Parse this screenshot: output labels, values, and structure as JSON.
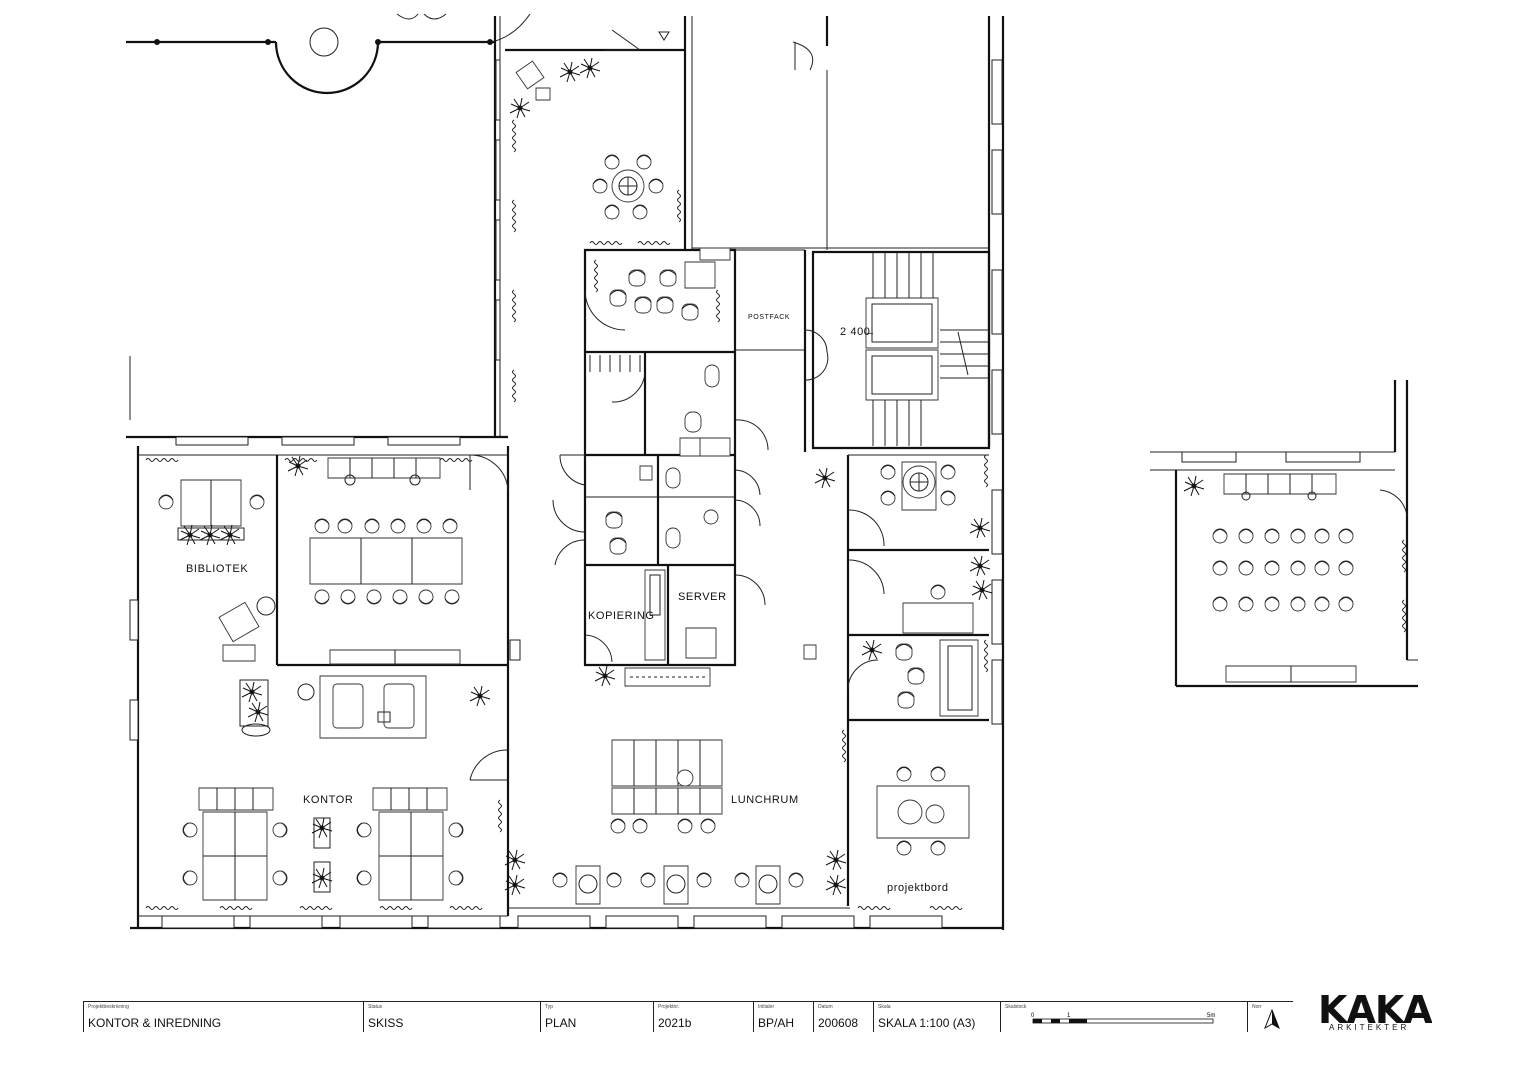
{
  "rooms": {
    "bibliotek": "BIBLIOTEK",
    "kontor": "KONTOR",
    "kopiering": "KOPIERING",
    "server": "SERVER",
    "lunchrum": "LUNCHRUM",
    "postfack": "POSTFACK",
    "projektbord": "projektbord",
    "elevator_code": "2 400̶"
  },
  "titleblock": [
    {
      "head": "Projektbeskrivning",
      "value": "KONTOR & INREDNING"
    },
    {
      "head": "Status",
      "value": "SKISS"
    },
    {
      "head": "Typ",
      "value": "PLAN"
    },
    {
      "head": "Projektnr.",
      "value": "2021b"
    },
    {
      "head": "Initialer",
      "value": "BP/AH"
    },
    {
      "head": "Datum",
      "value": "200608"
    },
    {
      "head": "Skala",
      "value": "SKALA 1:100 (A3)"
    },
    {
      "head": "Skalstock",
      "value": ""
    },
    {
      "head": "Norr",
      "value": ""
    }
  ],
  "scalebar": {
    "start": "0",
    "mid": "1",
    "end": "5m"
  },
  "logo": {
    "mark": "KAKA",
    "sub": "ARKITEKTER"
  },
  "colors": {
    "line": "#111111",
    "background": "#ffffff"
  }
}
